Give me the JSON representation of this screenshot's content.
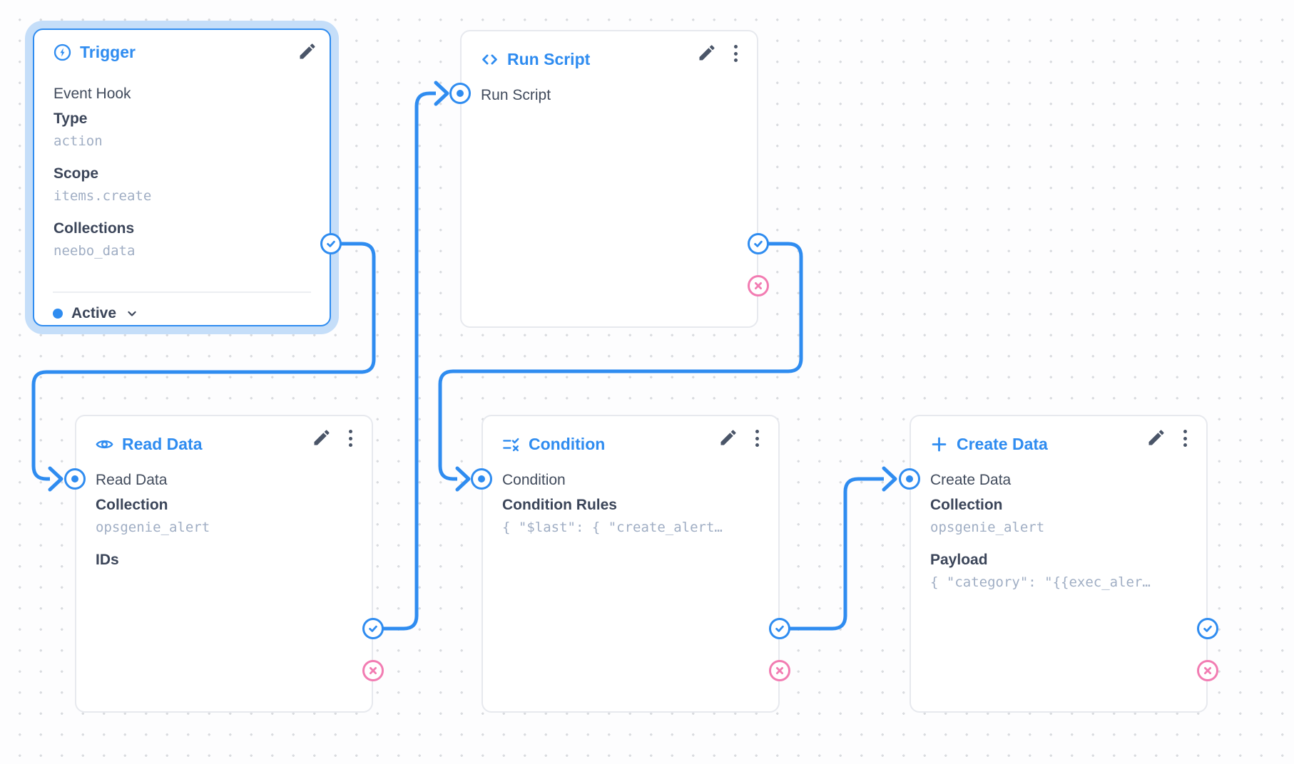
{
  "app": {
    "view": "flow-canvas"
  },
  "colors": {
    "accent": "#2f8cf0",
    "reject": "#f27cb2",
    "status_active_dot": "#2f8cf0"
  },
  "nodes": [
    {
      "title": "Trigger",
      "icon": "bolt-circle-icon",
      "selected": true,
      "subtitle": "Event Hook",
      "fields": [
        {
          "label": "Type",
          "value": "action"
        },
        {
          "label": "Scope",
          "value": "items.create"
        },
        {
          "label": "Collections",
          "value": "neebo_data"
        }
      ],
      "status": "Active"
    },
    {
      "title": "Run Script",
      "icon": "code-icon",
      "input_label": "Run Script",
      "fields": []
    },
    {
      "title": "Read Data",
      "icon": "eye-icon",
      "input_label": "Read Data",
      "fields": [
        {
          "label": "Collection",
          "value": "opsgenie_alert"
        },
        {
          "label": "IDs"
        }
      ]
    },
    {
      "title": "Condition",
      "icon": "rule-icon",
      "input_label": "Condition",
      "fields": [
        {
          "label": "Condition Rules",
          "value": "{ \"$last\": { \"create_alert…"
        }
      ]
    },
    {
      "title": "Create Data",
      "icon": "plus-icon",
      "input_label": "Create Data",
      "fields": [
        {
          "label": "Collection",
          "value": "opsgenie_alert"
        },
        {
          "label": "Payload",
          "value": "{ \"category\": \"{{exec_aler…"
        }
      ]
    }
  ]
}
